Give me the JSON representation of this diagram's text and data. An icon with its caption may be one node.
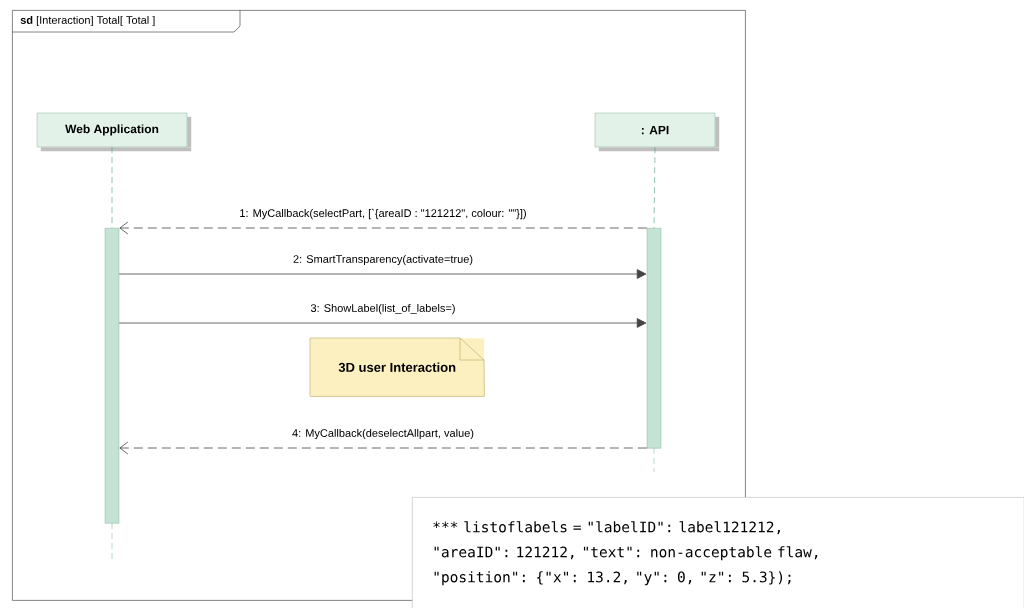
{
  "diagram": {
    "nodes": [
      {
        "text": [
          "**sd** [Interaction] Total[ Total ]"
        ]
      },
      {
        "text": [
          "Web Application"
        ],
        "in": 0
      },
      {
        "text": [
          ": API"
        ],
        "in": 0
      },
      {
        "text": [],
        "shape": "bar",
        "in": 0
      },
      {
        "text": [],
        "shape": "bar",
        "in": 0
      },
      {
        "text": [
          "3D user Interaction"
        ],
        "in": 0
      },
      {
        "text": [
          "*** listoflabels = \"labelID\": label121212, \"areaID\": 121212, \"text\": non-acceptable flaw, \"position\": {\"x\": 13.2, \"y\": 0, \"z\": 5.3});"
        ]
      }
    ],
    "edges": [
      {
        "from": 1,
        "to": 3,
        "arrow": "none",
        "style": "dashed"
      },
      {
        "from": 2,
        "to": 4,
        "arrow": "none",
        "style": "dashed"
      },
      {
        "from": 4,
        "to": 3,
        "arrow": "to",
        "style": "dashed",
        "label": "1: MyCallback(selectPart, [`{areaID : \"121212\", colour: \"\"}])"
      },
      {
        "from": 3,
        "to": 4,
        "arrow": "to",
        "label": "2: SmartTransparency(activate=true)"
      },
      {
        "from": 3,
        "to": 4,
        "arrow": "to",
        "label": "3: ShowLabel(list_of_labels=)"
      },
      {
        "from": 4,
        "to": 3,
        "arrow": "to",
        "style": "dashed",
        "label": "4: MyCallback(deselectAllpart, value)"
      }
    ]
  }
}
